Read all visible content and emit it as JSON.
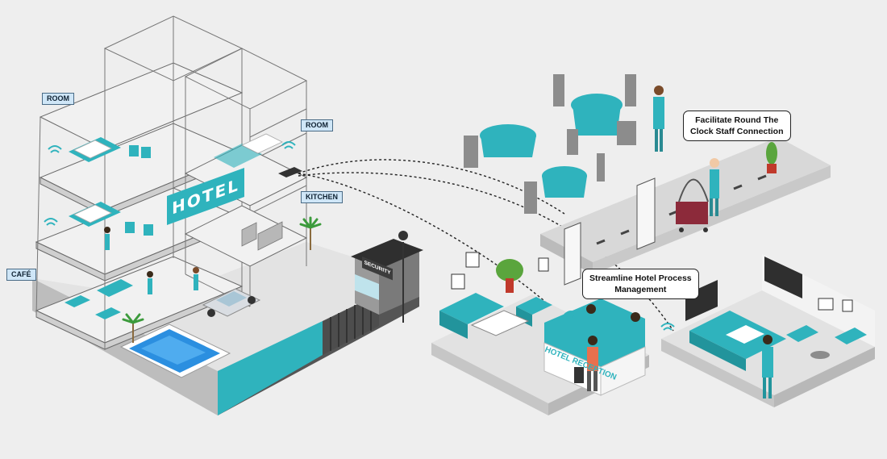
{
  "labels": {
    "room_top_left": "ROOM",
    "room_right": "ROOM",
    "kitchen": "KITCHEN",
    "cafe": "CAFÉ",
    "hotel_sign": "HOTEL",
    "security_sign": "SECURITY",
    "reception_desk": "HOTEL RECEPTION"
  },
  "callouts": {
    "staff_connection": [
      "Facilitate Round The",
      "Clock Staff Connection"
    ],
    "hotel_process": [
      "Streamline Hotel Process",
      "Management"
    ]
  },
  "colors": {
    "accent_teal": "#2fb3bd",
    "tag_fill": "#cfe6f7",
    "floor_grey": "#d6d6d6",
    "background": "#eeeeee"
  },
  "icons": [
    "wifi-icon",
    "palm-tree-icon",
    "security-camera-icon",
    "picture-frame-icon",
    "plant-icon"
  ]
}
